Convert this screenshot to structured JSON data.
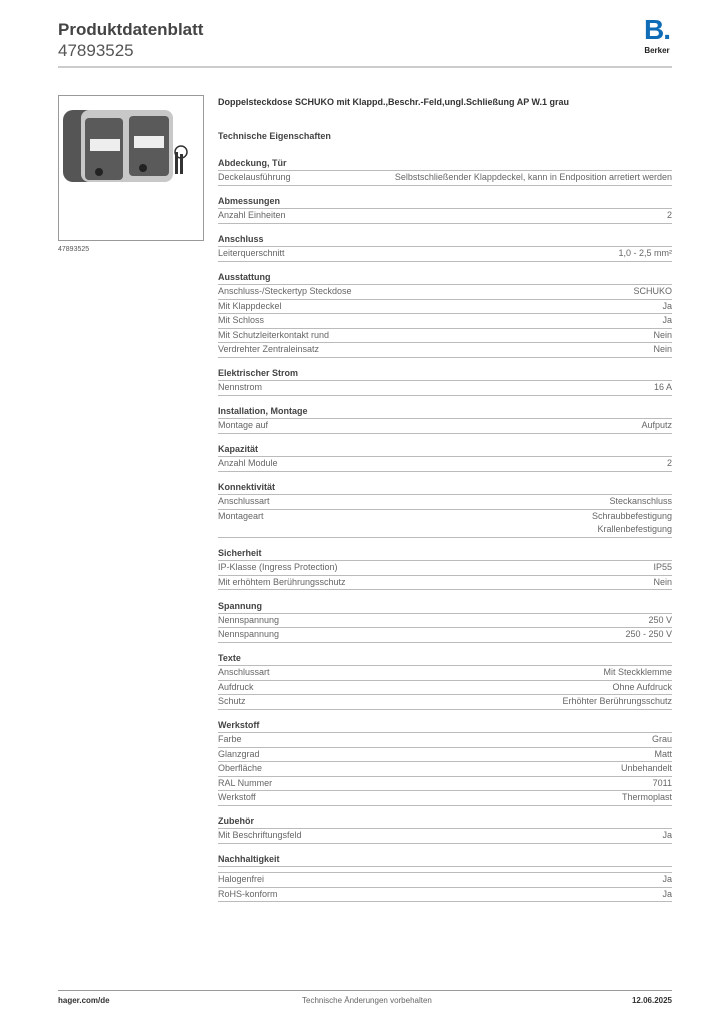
{
  "header": {
    "title": "Produktdatenblatt",
    "number": "47893525",
    "brand": "Berker",
    "brand_letter": "B."
  },
  "image_caption": "47893525",
  "product_title": "Doppelsteckdose SCHUKO mit Klappd.,Beschr.-Feld,ungl.Schließung AP W.1 grau",
  "tech_heading": "Technische Eigenschaften",
  "sections": [
    {
      "title": "Abdeckung, Tür",
      "rows": [
        [
          "Deckelausführung",
          "Selbstschließender Klappdeckel, kann in Endposition arretiert werden"
        ]
      ]
    },
    {
      "title": "Abmessungen",
      "rows": [
        [
          "Anzahl Einheiten",
          "2"
        ]
      ]
    },
    {
      "title": "Anschluss",
      "rows": [
        [
          "Leiterquerschnitt",
          "1,0 - 2,5 mm²"
        ]
      ]
    },
    {
      "title": "Ausstattung",
      "rows": [
        [
          "Anschluss-/Steckertyp Steckdose",
          "SCHUKO"
        ],
        [
          "Mit Klappdeckel",
          "Ja"
        ],
        [
          "Mit Schloss",
          "Ja"
        ],
        [
          "Mit Schutzleiterkontakt rund",
          "Nein"
        ],
        [
          "Verdrehter Zentraleinsatz",
          "Nein"
        ]
      ]
    },
    {
      "title": "Elektrischer Strom",
      "rows": [
        [
          "Nennstrom",
          "16 A"
        ]
      ]
    },
    {
      "title": "Installation, Montage",
      "rows": [
        [
          "Montage auf",
          "Aufputz"
        ]
      ]
    },
    {
      "title": "Kapazität",
      "rows": [
        [
          "Anzahl Module",
          "2"
        ]
      ]
    },
    {
      "title": "Konnektivität",
      "rows": [
        [
          "Anschlussart",
          "Steckanschluss"
        ],
        [
          "Montageart",
          "Schraubbefestigung\nKrallenbefestigung"
        ]
      ]
    },
    {
      "title": "Sicherheit",
      "rows": [
        [
          "IP-Klasse (Ingress Protection)",
          "IP55"
        ],
        [
          "Mit erhöhtem Berührungsschutz",
          "Nein"
        ]
      ]
    },
    {
      "title": "Spannung",
      "rows": [
        [
          "Nennspannung",
          "250 V"
        ],
        [
          "Nennspannung",
          "250 - 250 V"
        ]
      ]
    },
    {
      "title": "Texte",
      "rows": [
        [
          "Anschlussart",
          "Mit Steckklemme"
        ],
        [
          "Aufdruck",
          "Ohne Aufdruck"
        ],
        [
          "Schutz",
          "Erhöhter Berührungsschutz"
        ]
      ]
    },
    {
      "title": "Werkstoff",
      "rows": [
        [
          "Farbe",
          "Grau"
        ],
        [
          "Glanzgrad",
          "Matt"
        ],
        [
          "Oberfläche",
          "Unbehandelt"
        ],
        [
          "RAL Nummer",
          "7011"
        ],
        [
          "Werkstoff",
          "Thermoplast"
        ]
      ]
    },
    {
      "title": "Zubehör",
      "rows": [
        [
          "Mit Beschriftungsfeld",
          "Ja"
        ]
      ]
    },
    {
      "title": "Nachhaltigkeit",
      "spacer": true,
      "rows": [
        [
          "Halogenfrei",
          "Ja"
        ],
        [
          "RoHS-konform",
          "Ja"
        ]
      ]
    }
  ],
  "footer": {
    "left": "hager.com/de",
    "center": "Technische Änderungen vorbehalten",
    "right": "12.06.2025"
  }
}
